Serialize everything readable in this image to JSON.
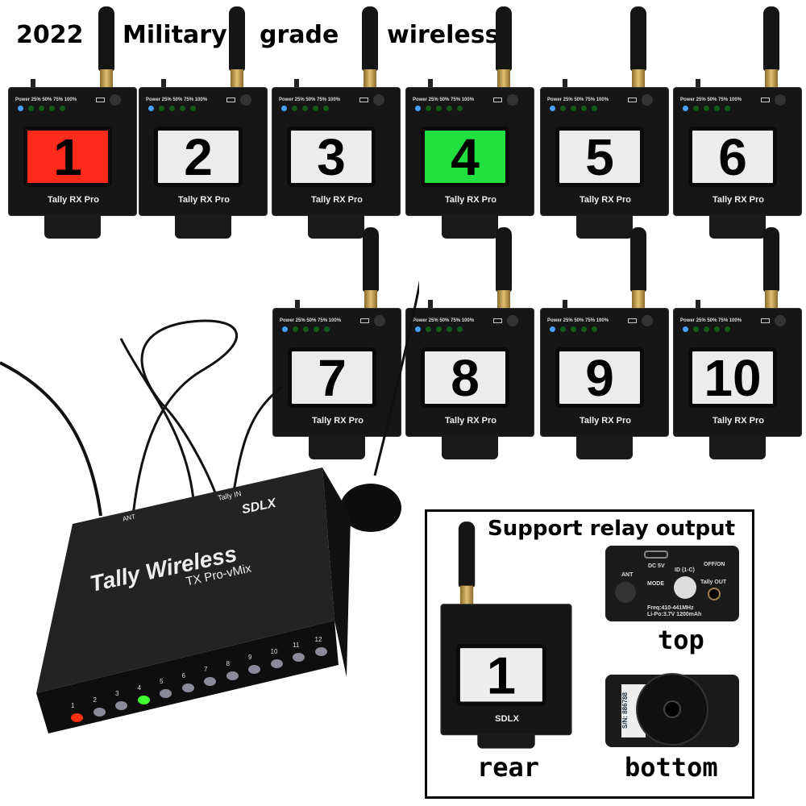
{
  "headline": [
    "2022",
    "Military",
    "grade",
    "wireless"
  ],
  "receivers": [
    {
      "number": "1",
      "screen_color": "#ff2a1a"
    },
    {
      "number": "2",
      "screen_color": "#ececec"
    },
    {
      "number": "3",
      "screen_color": "#ececec"
    },
    {
      "number": "4",
      "screen_color": "#22e040"
    },
    {
      "number": "5",
      "screen_color": "#ececec"
    },
    {
      "number": "6",
      "screen_color": "#ececec"
    },
    {
      "number": "7",
      "screen_color": "#ececec"
    },
    {
      "number": "8",
      "screen_color": "#ececec"
    },
    {
      "number": "9",
      "screen_color": "#ececec"
    },
    {
      "number": "10",
      "screen_color": "#ececec"
    }
  ],
  "receiver_model": "Tally RX Pro",
  "receiver_leds": "Power 25% 50% 75% 100%",
  "transmitter": {
    "brand": "Tally Wireless",
    "model": "TX Pro-vMix",
    "maker": "SDLX",
    "ant": "ANT",
    "tally_in": "Tally IN",
    "channels": [
      "1",
      "2",
      "3",
      "4",
      "5",
      "6",
      "7",
      "8",
      "9",
      "10",
      "11",
      "12"
    ],
    "channel_colors": {
      "1": "#ff3010",
      "4": "#40ff30",
      "off": "#8a8a9a"
    }
  },
  "inset": {
    "title": "Support relay output",
    "rear_number": "1",
    "rear_label": "SDLX",
    "rear_caption": "rear",
    "top_caption": "top",
    "bottom_caption": "bottom",
    "top_panel": {
      "dc": "DC 5V",
      "ant": "ANT",
      "mode": "MODE",
      "id": "ID (1-C)",
      "power": "OFF/ON",
      "tally_out": "Tally OUT",
      "freq": "Freq:410-441MHz",
      "battery": "Li-Po:3.7V 1200mAh"
    },
    "bottom_panel": {
      "serial": "S/N: 886788"
    }
  }
}
